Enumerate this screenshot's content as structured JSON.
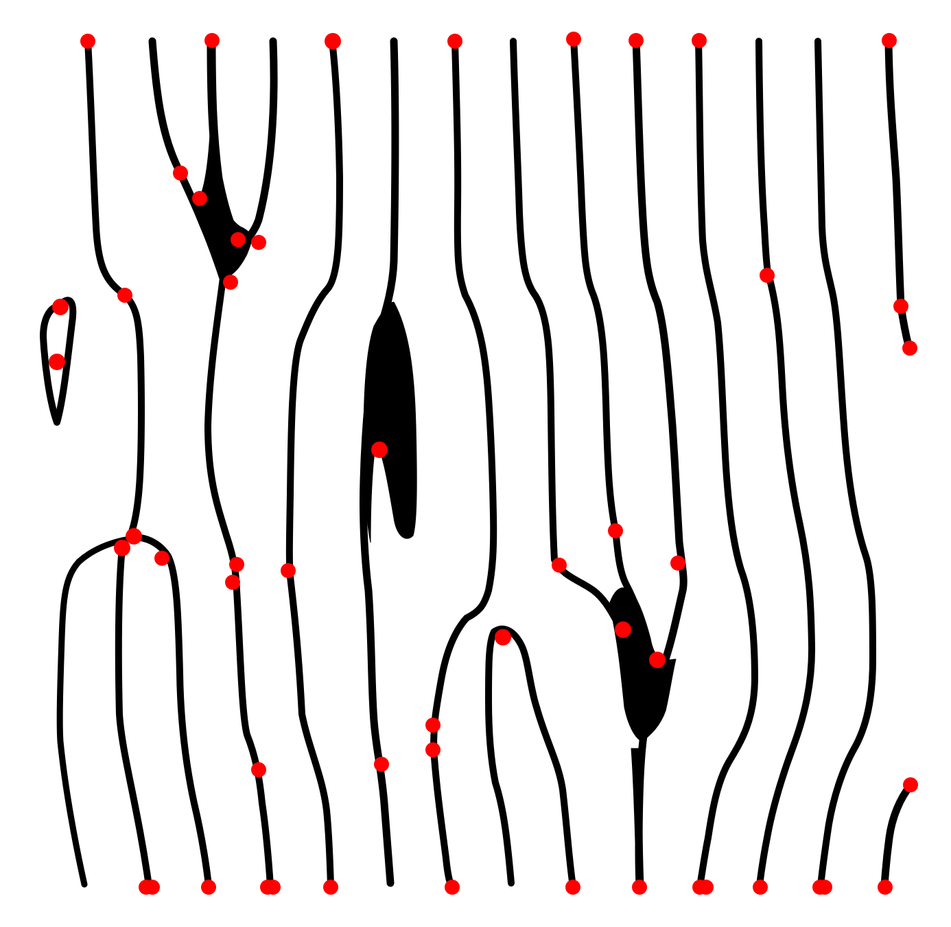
{
  "colors": {
    "background": "#ffffff",
    "ridge": "#000000",
    "minutia": "#ff0000"
  },
  "figure": {
    "kind": "fingerprint ridge skeleton with minutiae points",
    "ridge_count": 24,
    "minutia_count": 55
  }
}
